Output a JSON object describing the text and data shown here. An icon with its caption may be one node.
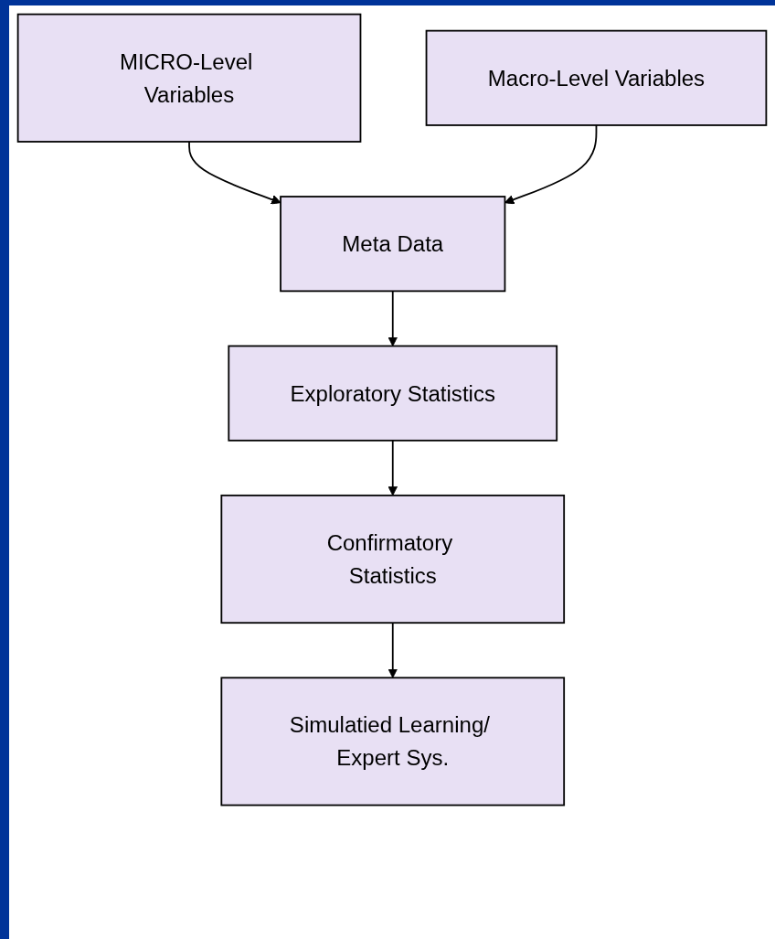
{
  "diagram": {
    "nodes": [
      {
        "text": [
          "MICRO-Level Variables"
        ]
      },
      {
        "text": [
          "Meta Data"
        ]
      },
      {
        "text": [
          "Macro-Level Variables"
        ]
      },
      {
        "text": [
          "Exploratory Statistics"
        ]
      },
      {
        "text": [
          "Confirmatory Statistics"
        ]
      },
      {
        "text": [
          "Simulatied Learning/ Expert Sys."
        ]
      }
    ],
    "edges": [
      {
        "from": 0,
        "to": 1,
        "arrow": "to"
      },
      {
        "from": 2,
        "to": 1,
        "arrow": "to"
      },
      {
        "from": 1,
        "to": 3,
        "arrow": "to"
      },
      {
        "from": 3,
        "to": 4,
        "arrow": "to"
      },
      {
        "from": 4,
        "to": 5,
        "arrow": "to"
      }
    ]
  }
}
